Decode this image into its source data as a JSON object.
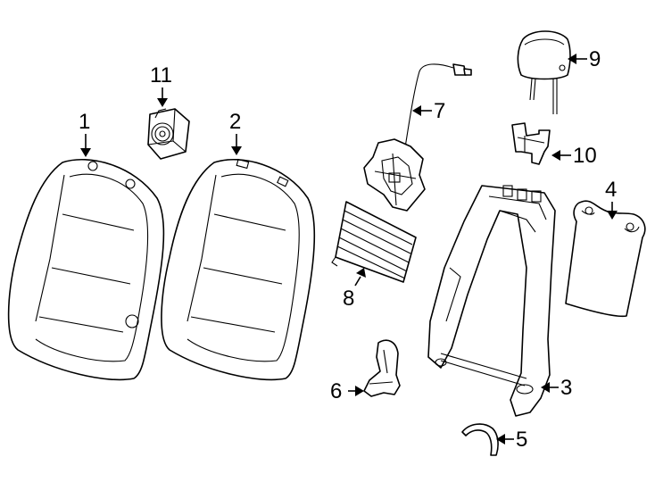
{
  "diagram": {
    "callouts": {
      "part_1": "1",
      "part_2": "2",
      "part_3": "3",
      "part_4": "4",
      "part_5": "5",
      "part_6": "6",
      "part_7": "7",
      "part_8": "8",
      "part_9": "9",
      "part_10": "10",
      "part_11": "11"
    }
  }
}
